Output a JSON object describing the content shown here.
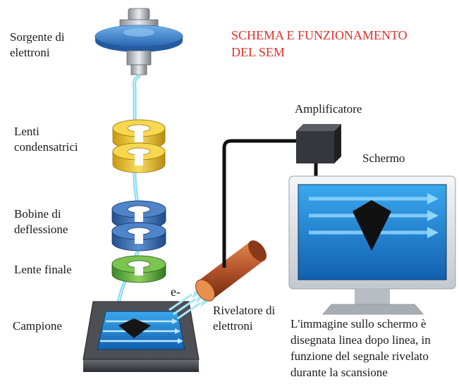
{
  "title": "SCHEMA E FUNZIONAMENTO\nDEL SEM",
  "labels": {
    "source": "Sorgente di\nelettroni",
    "condenser": "Lenti\ncondensatrici",
    "deflection": "Bobine di\ndeflessione",
    "final_lens": "Lente finale",
    "sample": "Campione",
    "electron": "e-",
    "detector": "Rivelatore di\nelettroni",
    "amplifier": "Amplificatore",
    "screen": "Schermo",
    "caption": "L'immagine sullo schermo è\ndisegnata linea dopo linea, in\nfunzione del segnale rivelato\ndurante la scansione"
  },
  "colors": {
    "title": "#e0302a",
    "beam": "#7fd8f0",
    "condenser_lens": "#e8c23a",
    "deflection_coils": "#3a6fb0",
    "final_lens": "#5fb040",
    "detector": "#b8552a",
    "screen": "#2a8fd8"
  }
}
